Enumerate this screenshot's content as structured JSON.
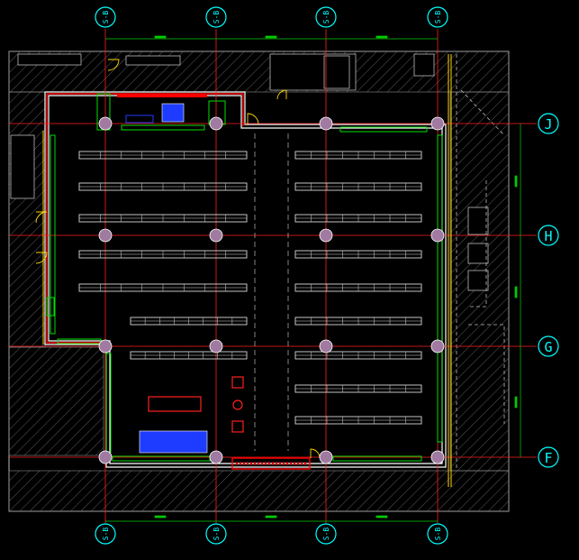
{
  "drawing": {
    "background": "#000000",
    "colors": {
      "wall": "#ffffff",
      "grid": "#ff1e1e",
      "bubble": "#00ffff",
      "hatch": "#5a5a5a",
      "shelf": "#d8d8d8",
      "fixture": "#00e000",
      "column": "#a07aa0",
      "column_rim": "#ffffff",
      "dimension": "#00cc00",
      "annotation": "#ffd800",
      "accent": "#ff0000",
      "equipment": "#1e3cff",
      "outline": "#bbbbbb"
    },
    "axis_labels": {
      "top": [
        "S-B",
        "S-B",
        "S-B",
        "S-B"
      ],
      "bottom": [
        "S-B",
        "S-B",
        "S-B",
        "S-B"
      ],
      "right": [
        "J",
        "H",
        "G",
        "F"
      ]
    },
    "icons": {
      "column": "structural-column-icon",
      "checkout": "checkout-counter-icon",
      "door": "door-swing-icon"
    }
  }
}
